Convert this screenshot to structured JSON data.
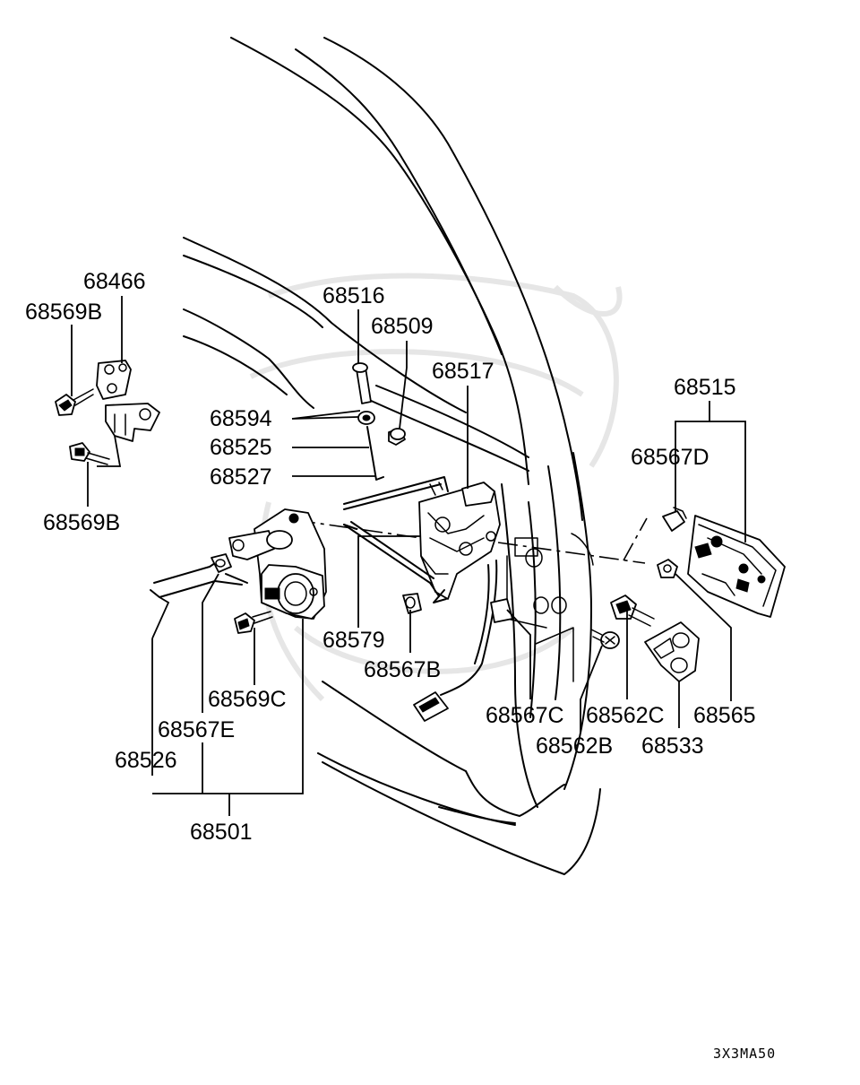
{
  "labels": {
    "l68466": "68466",
    "l68569b_top": "68569B",
    "l68569b_bottom": "68569B",
    "l68516": "68516",
    "l68509": "68509",
    "l68517": "68517",
    "l68515": "68515",
    "l68594": "68594",
    "l68525": "68525",
    "l68527": "68527",
    "l68567d": "68567D",
    "l68579": "68579",
    "l68567b": "68567B",
    "l68569c": "68569C",
    "l68567e": "68567E",
    "l68526": "68526",
    "l68501": "68501",
    "l68567c": "68567C",
    "l68562c": "68562C",
    "l68565": "68565",
    "l68562b": "68562B",
    "l68533": "68533"
  },
  "diagram_code": "3X3MA50",
  "icons": [
    "latch-assembly",
    "actuator-motor",
    "outside-handle",
    "striker",
    "bolt",
    "clip",
    "rod"
  ]
}
